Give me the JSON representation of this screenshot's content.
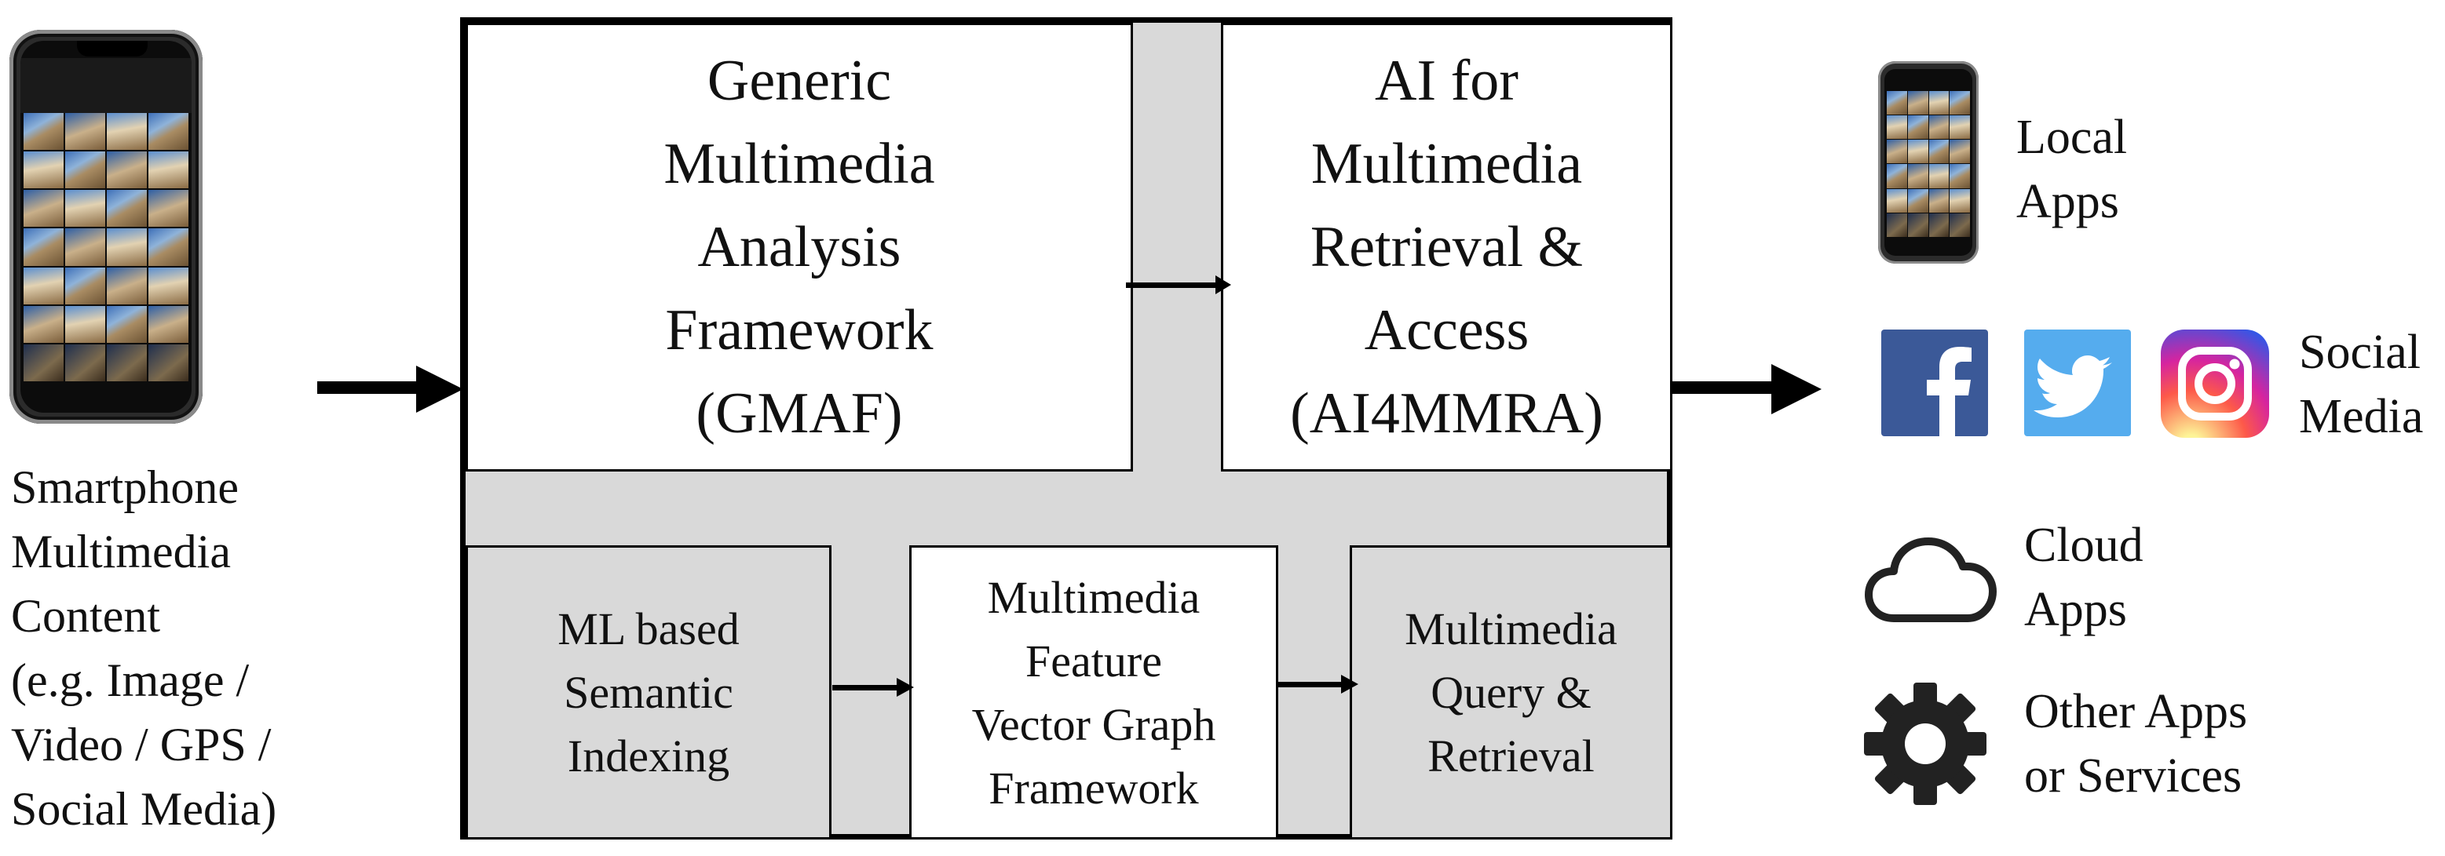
{
  "left": {
    "caption": "Smartphone\nMultimedia\nContent\n(e.g. Image /\nVideo / GPS /\nSocial Media)"
  },
  "center": {
    "gmaf": "Generic\nMultimedia\nAnalysis\nFramework\n(GMAF)",
    "ai4mmra": "AI for\nMultimedia\nRetrieval &\nAccess\n(AI4MMRA)",
    "indexing": "ML based\nSemantic\nIndexing",
    "feature_graph": "Multimedia\nFeature\nVector Graph\nFramework",
    "query": "Multimedia\nQuery &\nRetrieval"
  },
  "right": {
    "local_apps": "Local\nApps",
    "social_media": "Social\nMedia",
    "cloud_apps": "Cloud\nApps",
    "other_apps": "Other Apps\nor Services"
  },
  "icons": [
    "smartphone-icon",
    "facebook-icon",
    "twitter-icon",
    "instagram-icon",
    "cloud-icon",
    "gear-icon"
  ],
  "colors": {
    "frame_fill": "#d9d9d9",
    "facebook": "#3b5998",
    "twitter": "#55acee"
  }
}
